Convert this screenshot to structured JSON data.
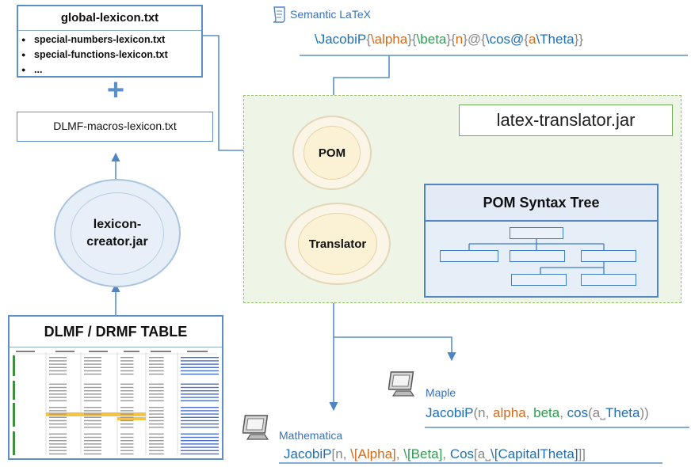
{
  "global_lexicon": {
    "title": "global-lexicon.txt",
    "items": [
      "special-numbers-lexicon.txt",
      "special-functions-lexicon.txt",
      "..."
    ]
  },
  "plus_symbol": "+",
  "macros_lexicon": "DLMF-macros-lexicon.txt",
  "lexicon_creator": "lexicon-creator.jar",
  "table_title": "DLMF / DRMF  TABLE",
  "semantic_latex": {
    "label": "Semantic LaTeX",
    "icon": "scroll-icon",
    "tokens": [
      {
        "t": "\\JacobiP",
        "c": "blue"
      },
      {
        "t": "{",
        "c": "gray"
      },
      {
        "t": "\\alpha",
        "c": "orange"
      },
      {
        "t": "}{",
        "c": "gray"
      },
      {
        "t": "\\beta",
        "c": "green"
      },
      {
        "t": "}{",
        "c": "gray"
      },
      {
        "t": "n",
        "c": "orange"
      },
      {
        "t": "}@{",
        "c": "gray"
      },
      {
        "t": "\\cos@",
        "c": "blue"
      },
      {
        "t": "{",
        "c": "gray"
      },
      {
        "t": "a",
        "c": "orange"
      },
      {
        "t": "\\Theta",
        "c": "blue"
      },
      {
        "t": "}}",
        "c": "gray"
      }
    ]
  },
  "translator_jar": "latex-translator.jar",
  "pom": "POM",
  "translator": "Translator",
  "pom_tree": "POM Syntax Tree",
  "maple": {
    "label": "Maple",
    "icon": "monitor-icon",
    "tokens": [
      {
        "t": "JacobiP",
        "c": "blue"
      },
      {
        "t": "(n, ",
        "c": "gray"
      },
      {
        "t": "alpha",
        "c": "orange"
      },
      {
        "t": ", ",
        "c": "gray"
      },
      {
        "t": "beta",
        "c": "green"
      },
      {
        "t": ", ",
        "c": "gray"
      },
      {
        "t": "cos",
        "c": "blue"
      },
      {
        "t": "(a",
        "c": "gray"
      },
      {
        "t": "˽",
        "c": "gray"
      },
      {
        "t": "Theta",
        "c": "blue"
      },
      {
        "t": "))",
        "c": "gray"
      }
    ]
  },
  "mathematica": {
    "label": "Mathematica",
    "icon": "monitor-icon",
    "tokens": [
      {
        "t": "JacobiP",
        "c": "blue"
      },
      {
        "t": "[n, ",
        "c": "gray"
      },
      {
        "t": "\\[Alpha]",
        "c": "orange"
      },
      {
        "t": ", ",
        "c": "gray"
      },
      {
        "t": "\\[Beta]",
        "c": "green"
      },
      {
        "t": ", ",
        "c": "gray"
      },
      {
        "t": "Cos",
        "c": "blue"
      },
      {
        "t": "[a",
        "c": "gray"
      },
      {
        "t": "˽",
        "c": "gray"
      },
      {
        "t": "\\[CapitalTheta]",
        "c": "blue"
      },
      {
        "t": "]]",
        "c": "gray"
      }
    ]
  },
  "colors": {
    "accent_blue": "#5b8fc7",
    "arrow": "#5b8fc7",
    "jar_green": "#96c06c",
    "circle_yellow": "#fbf1d5"
  }
}
